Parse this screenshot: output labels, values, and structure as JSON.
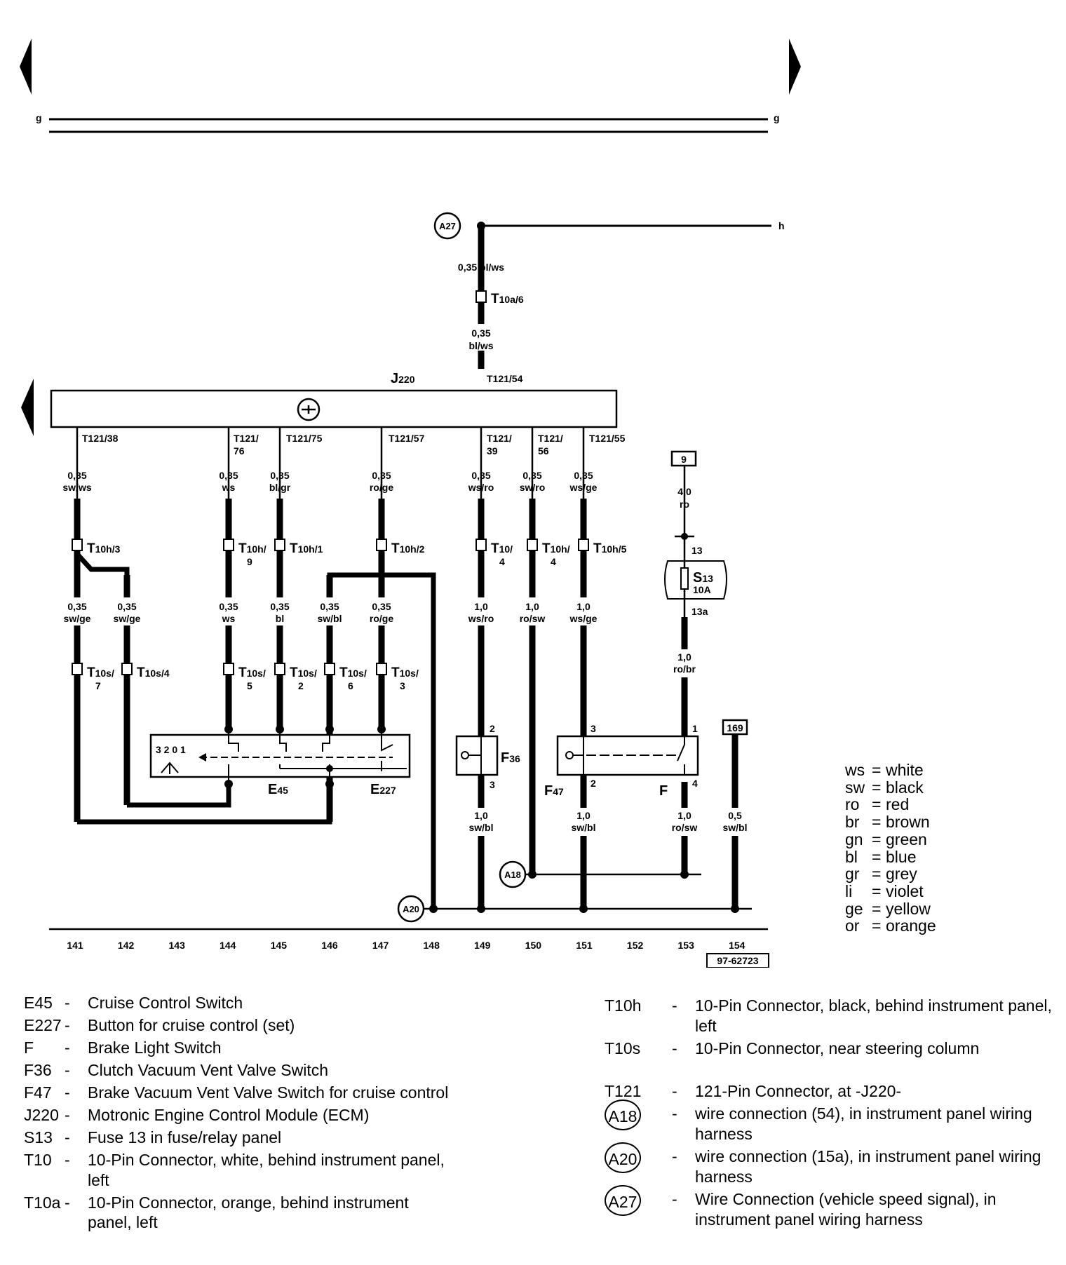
{
  "diagram": {
    "ref_g_left": "g",
    "ref_g_right": "g",
    "ref_h": "h",
    "doc_number": "97-62723",
    "ecm_label": "J",
    "ecm_sub": "220",
    "wires": {
      "a27_top": "0,35 bl/ws",
      "t10a_below_1": "0,35",
      "t10a_below_2": "bl/ws",
      "w141_1": "0,35",
      "w141_2": "sw/ws",
      "w144_1": "0,35",
      "w144_2": "ws",
      "w145_1": "0,35",
      "w145_2": "bl/gr",
      "w147_1": "0,35",
      "w147_2": "ro/ge",
      "w149_1": "0,35",
      "w149_2": "ws/ro",
      "w150_1": "0,35",
      "w150_2": "sw/ro",
      "w151_1": "0,35",
      "w151_2": "ws/ge",
      "l141_1": "0,35",
      "l141_2": "sw/ge",
      "l142_1": "0,35",
      "l142_2": "sw/ge",
      "l144_1": "0,35",
      "l144_2": "ws",
      "l145_1": "0,35",
      "l145_2": "bl",
      "l146_1": "0,35",
      "l146_2": "sw/bl",
      "l147_1": "0,35",
      "l147_2": "ro/ge",
      "l149_1": "1,0",
      "l149_2": "ws/ro",
      "l150_1": "1,0",
      "l150_2": "ro/sw",
      "l151_1": "1,0",
      "l151_2": "ws/ge",
      "f9_1": "4,0",
      "f9_2": "ro",
      "s13_1": "1,0",
      "s13_2": "ro/br",
      "g149_1": "1,0",
      "g149_2": "sw/bl",
      "g151_1": "1,0",
      "g151_2": "sw/bl",
      "g153_1": "1,0",
      "g153_2": "ro/sw",
      "g154_1": "0,5",
      "g154_2": "sw/bl"
    },
    "connectors": {
      "t10a": "T",
      "t10a_sub": "10a/6",
      "t121_54": "T121/54",
      "t121_38": "T121/38",
      "t121_76a": "T121/",
      "t121_76b": "76",
      "t121_75": "T121/75",
      "t121_57": "T121/57",
      "t121_39a": "T121/",
      "t121_39b": "39",
      "t121_56a": "T121/",
      "t121_56b": "56",
      "t121_55": "T121/55",
      "t10h3": "T",
      "t10h3_sub": "10h/3",
      "t10h9": "T",
      "t10h9_sub": "10h/",
      "t10h9_pin": "9",
      "t10h1": "T",
      "t10h1_sub": "10h/1",
      "t10h2": "T",
      "t10h2_sub": "10h/2",
      "t10_4": "T",
      "t10_4_sub": "10/",
      "t10_4_pin": "4",
      "t10h4": "T",
      "t10h4_sub": "10h/",
      "t10h4_pin": "4",
      "t10h5": "T",
      "t10h5_sub": "10h/5",
      "t10s7": "T",
      "t10s7_sub": "10s/",
      "t10s7_pin": "7",
      "t10s4": "T",
      "t10s4_sub": "10s/4",
      "t10s5": "T",
      "t10s5_sub": "10s/",
      "t10s5_pin": "5",
      "t10s2": "T",
      "t10s2_sub": "10s/",
      "t10s2_pin": "2",
      "t10s6": "T",
      "t10s6_sub": "10s/",
      "t10s6_pin": "6",
      "t10s3": "T",
      "t10s3_sub": "10s/",
      "t10s3_pin": "3"
    },
    "components": {
      "e45": "E",
      "e45_sub": "45",
      "e227": "E",
      "e227_sub": "227",
      "f36": "F",
      "f36_sub": "36",
      "f47": "F",
      "f47_sub": "47",
      "f": "F",
      "s13": "S",
      "s13_sub": "13",
      "s13_rating": "10A",
      "switch_positions": "3 2 0 1",
      "fuse_in": "13",
      "fuse_out": "13a",
      "f36_pin_top": "2",
      "f36_pin_bot": "3",
      "f47_pin_top": "3",
      "f47_pin_bot": "2",
      "f_pin_top": "1",
      "f_pin_bot": "4",
      "box_9": "9",
      "box_169": "169"
    },
    "circles": {
      "a27": "A27",
      "a20": "A20",
      "a18": "A18"
    },
    "coordinates": [
      "141",
      "142",
      "143",
      "144",
      "145",
      "146",
      "147",
      "148",
      "149",
      "150",
      "151",
      "152",
      "153",
      "154"
    ]
  },
  "color_key": [
    {
      "abbr": "ws",
      "name": "white"
    },
    {
      "abbr": "sw",
      "name": "black"
    },
    {
      "abbr": "ro",
      "name": "red"
    },
    {
      "abbr": "br",
      "name": "brown"
    },
    {
      "abbr": "gn",
      "name": "green"
    },
    {
      "abbr": "bl",
      "name": "blue"
    },
    {
      "abbr": "gr",
      "name": "grey"
    },
    {
      "abbr": "li",
      "name": "violet"
    },
    {
      "abbr": "ge",
      "name": "yellow"
    },
    {
      "abbr": "or",
      "name": "orange"
    }
  ],
  "legend_left": [
    {
      "code": "E45",
      "desc": "Cruise Control Switch"
    },
    {
      "code": "E227",
      "desc": "Button for cruise control (set)"
    },
    {
      "code": "F",
      "desc": "Brake Light Switch"
    },
    {
      "code": "F36",
      "desc": "Clutch Vacuum Vent Valve Switch"
    },
    {
      "code": "F47",
      "desc": "Brake Vacuum Vent Valve Switch for cruise control"
    },
    {
      "code": "J220",
      "desc": "Motronic Engine Control Module (ECM)"
    },
    {
      "code": "S13",
      "desc": "Fuse 13 in fuse/relay panel"
    },
    {
      "code": "T10",
      "desc": "10-Pin Connector, white, behind instrument panel, left"
    },
    {
      "code": "T10a",
      "desc": "10-Pin Connector, orange, behind instrument panel, left"
    }
  ],
  "legend_right": [
    {
      "code": "T10h",
      "desc": "10-Pin Connector, black, behind instrument panel, left"
    },
    {
      "code": "T10s",
      "desc": "10-Pin Connector,  near steering column"
    },
    {
      "code": "T121",
      "desc": "121-Pin Connector, at -J220-"
    },
    {
      "code": "A18",
      "desc": "wire connection (54), in instrument panel wiring harness"
    },
    {
      "code": "A20",
      "desc": "wire connection (15a), in instrument panel wiring harness"
    },
    {
      "code": "A27",
      "desc": "Wire Connection (vehicle speed signal), in instrument panel wiring harness"
    }
  ]
}
